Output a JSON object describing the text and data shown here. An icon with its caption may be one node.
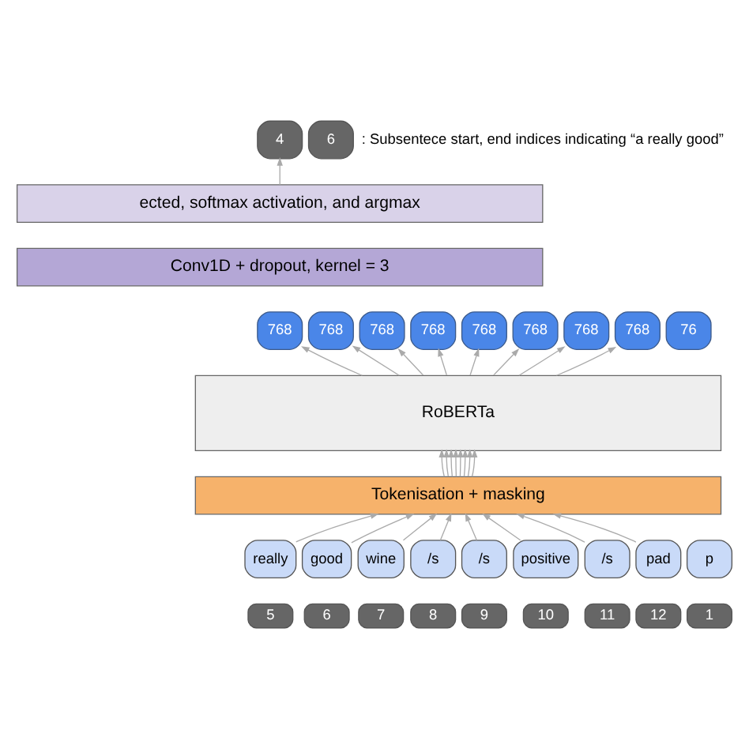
{
  "diagram": {
    "nodes": [
      {
        "text": [
          "4"
        ]
      },
      {
        "text": [
          "6"
        ]
      },
      {
        "text": [
          "ected, softmax activation, and argmax"
        ]
      },
      {
        "text": [
          "Conv1D + dropout, kernel = 3"
        ]
      },
      {
        "text": [
          "768"
        ]
      },
      {
        "text": [
          "768"
        ]
      },
      {
        "text": [
          "768"
        ]
      },
      {
        "text": [
          "768"
        ]
      },
      {
        "text": [
          "768"
        ]
      },
      {
        "text": [
          "768"
        ]
      },
      {
        "text": [
          "768"
        ]
      },
      {
        "text": [
          "768"
        ]
      },
      {
        "text": [
          "76"
        ]
      },
      {
        "text": [
          "RoBERTa"
        ]
      },
      {
        "text": [
          "Tokenisation + masking"
        ]
      },
      {
        "text": [
          "really"
        ]
      },
      {
        "text": [
          "good"
        ]
      },
      {
        "text": [
          "wine"
        ]
      },
      {
        "text": [
          "/s"
        ]
      },
      {
        "text": [
          "/s"
        ]
      },
      {
        "text": [
          "positive"
        ]
      },
      {
        "text": [
          "/s"
        ]
      },
      {
        "text": [
          "pad"
        ]
      },
      {
        "text": [
          "p"
        ]
      },
      {
        "text": [
          "5"
        ]
      },
      {
        "text": [
          "6"
        ]
      },
      {
        "text": [
          "7"
        ]
      },
      {
        "text": [
          "8"
        ]
      },
      {
        "text": [
          "9"
        ]
      },
      {
        "text": [
          "10"
        ]
      },
      {
        "text": [
          "11"
        ]
      },
      {
        "text": [
          "12"
        ]
      },
      {
        "text": [
          "1"
        ]
      }
    ],
    "edges": [
      {
        "from": 2,
        "to": 0,
        "arrow": "to"
      },
      {
        "from": 13,
        "to": 4,
        "arrow": "to"
      },
      {
        "from": 13,
        "to": 5,
        "arrow": "to"
      },
      {
        "from": 13,
        "to": 6,
        "arrow": "to"
      },
      {
        "from": 13,
        "to": 7,
        "arrow": "to"
      },
      {
        "from": 13,
        "to": 8,
        "arrow": "to"
      },
      {
        "from": 13,
        "to": 9,
        "arrow": "to"
      },
      {
        "from": 13,
        "to": 10,
        "arrow": "to"
      },
      {
        "from": 13,
        "to": 11,
        "arrow": "to"
      },
      {
        "from": 14,
        "to": 13,
        "arrow": "to"
      },
      {
        "from": 14,
        "to": 13,
        "arrow": "to"
      },
      {
        "from": 14,
        "to": 13,
        "arrow": "to"
      },
      {
        "from": 14,
        "to": 13,
        "arrow": "to"
      },
      {
        "from": 14,
        "to": 13,
        "arrow": "to"
      },
      {
        "from": 14,
        "to": 13,
        "arrow": "to"
      },
      {
        "from": 14,
        "to": 13,
        "arrow": "to"
      },
      {
        "from": 14,
        "to": 13,
        "arrow": "to"
      },
      {
        "from": 15,
        "to": 14,
        "arrow": "to"
      },
      {
        "from": 16,
        "to": 14,
        "arrow": "to"
      },
      {
        "from": 17,
        "to": 14,
        "arrow": "to"
      },
      {
        "from": 18,
        "to": 14,
        "arrow": "to"
      },
      {
        "from": 19,
        "to": 14,
        "arrow": "to"
      },
      {
        "from": 20,
        "to": 14,
        "arrow": "to"
      },
      {
        "from": 21,
        "to": 14,
        "arrow": "to"
      },
      {
        "from": 22,
        "to": 14,
        "arrow": "to"
      }
    ],
    "labels": [
      ": Subsentece start, end indices indicating “a really good”"
    ]
  }
}
